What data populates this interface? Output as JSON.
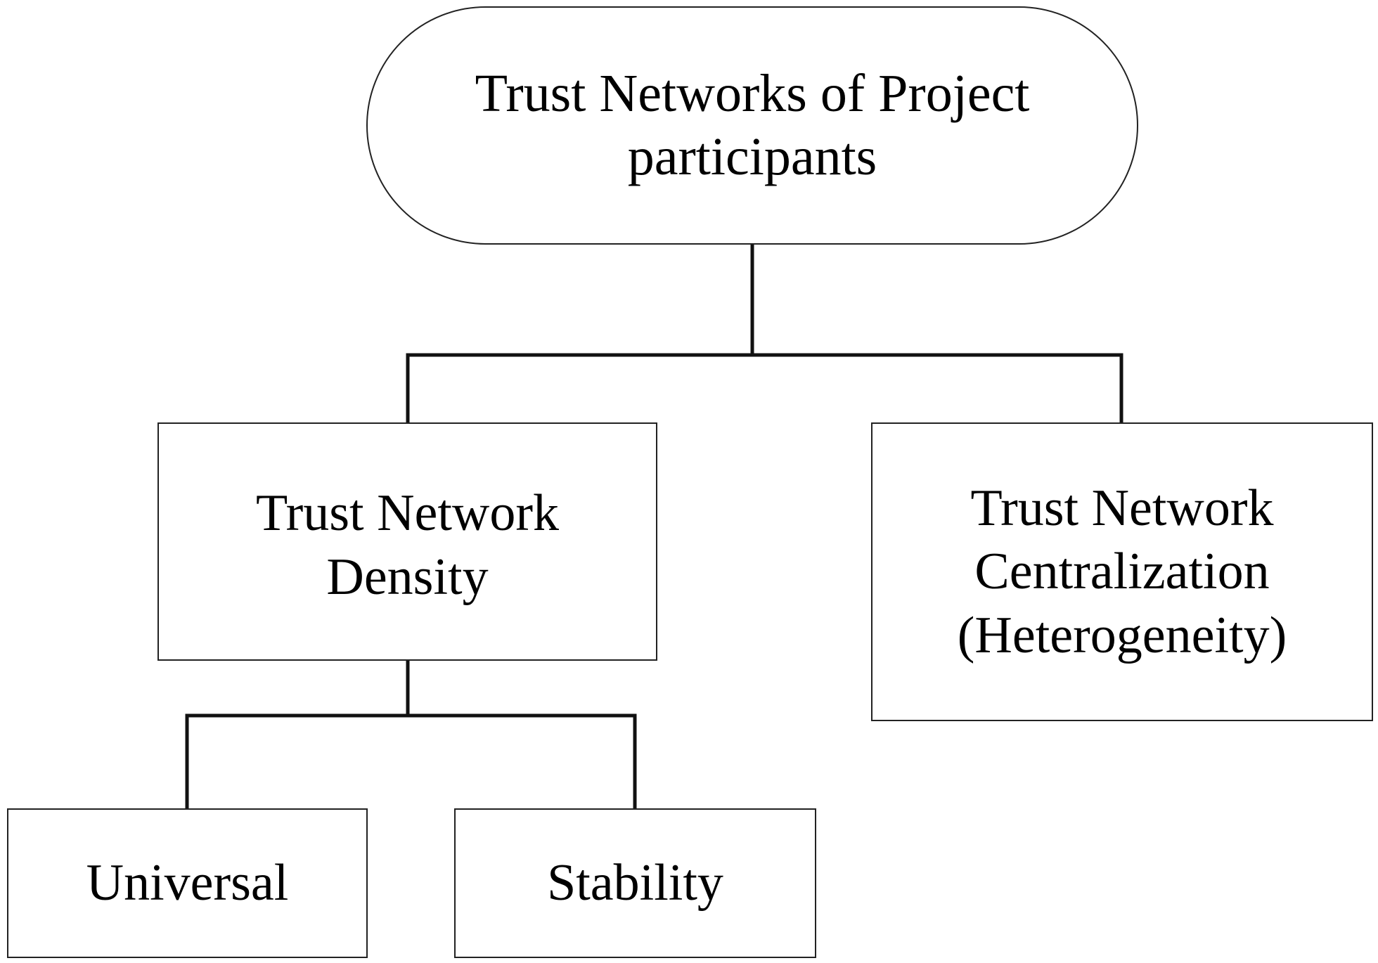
{
  "diagram": {
    "root": {
      "line1": "Trust Networks of Project",
      "line2": "participants"
    },
    "density": {
      "line1": "Trust Network",
      "line2": "Density"
    },
    "centralization": {
      "line1": "Trust Network",
      "line2": "Centralization",
      "line3": "(Heterogeneity)"
    },
    "universal": {
      "label": "Universal"
    },
    "stability": {
      "label": "Stability"
    }
  }
}
